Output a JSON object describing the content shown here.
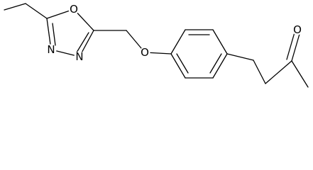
{
  "molecule": {
    "atom_labels": {
      "ring_oxygen": "O",
      "nitrogen_left": "N",
      "nitrogen_right": "N",
      "ether_oxygen": "O",
      "ketone_oxygen": "O"
    },
    "line_color": "#000000",
    "background": "#ffffff"
  }
}
